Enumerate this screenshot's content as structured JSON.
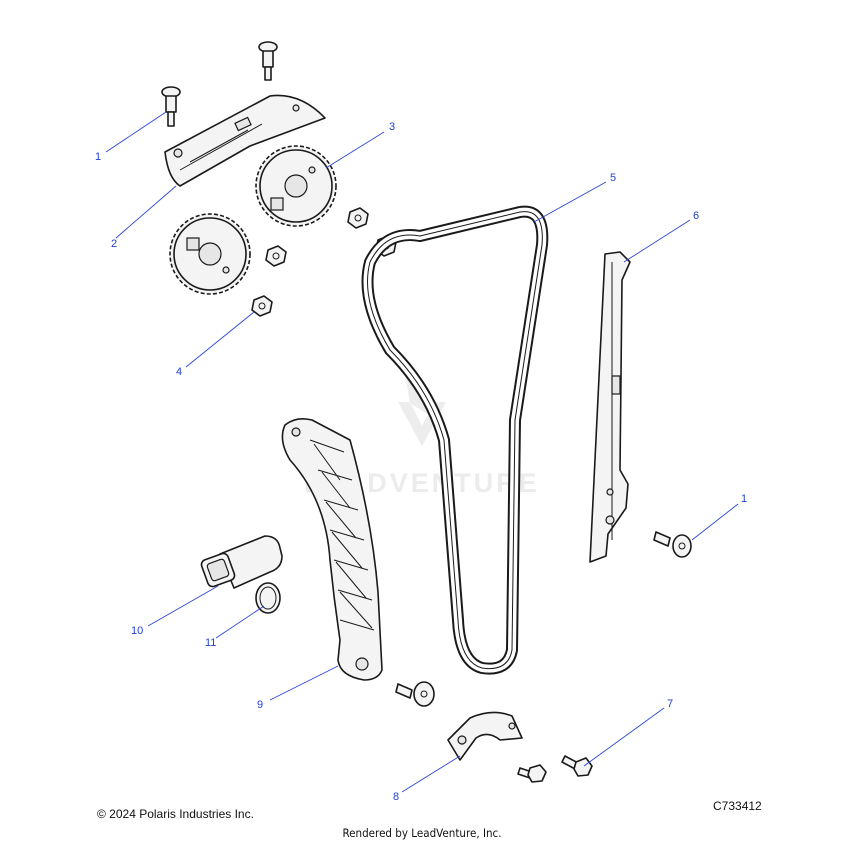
{
  "watermark": "LEADVENTURE",
  "callouts": [
    "1",
    "2",
    "3",
    "4",
    "5",
    "6",
    "7",
    "8",
    "9",
    "10",
    "11",
    "1"
  ],
  "footer": {
    "copyright": "© 2024 Polaris Industries Inc.",
    "diagram_id": "C733412",
    "rendered_by": "Rendered by LeadVenture, Inc."
  }
}
